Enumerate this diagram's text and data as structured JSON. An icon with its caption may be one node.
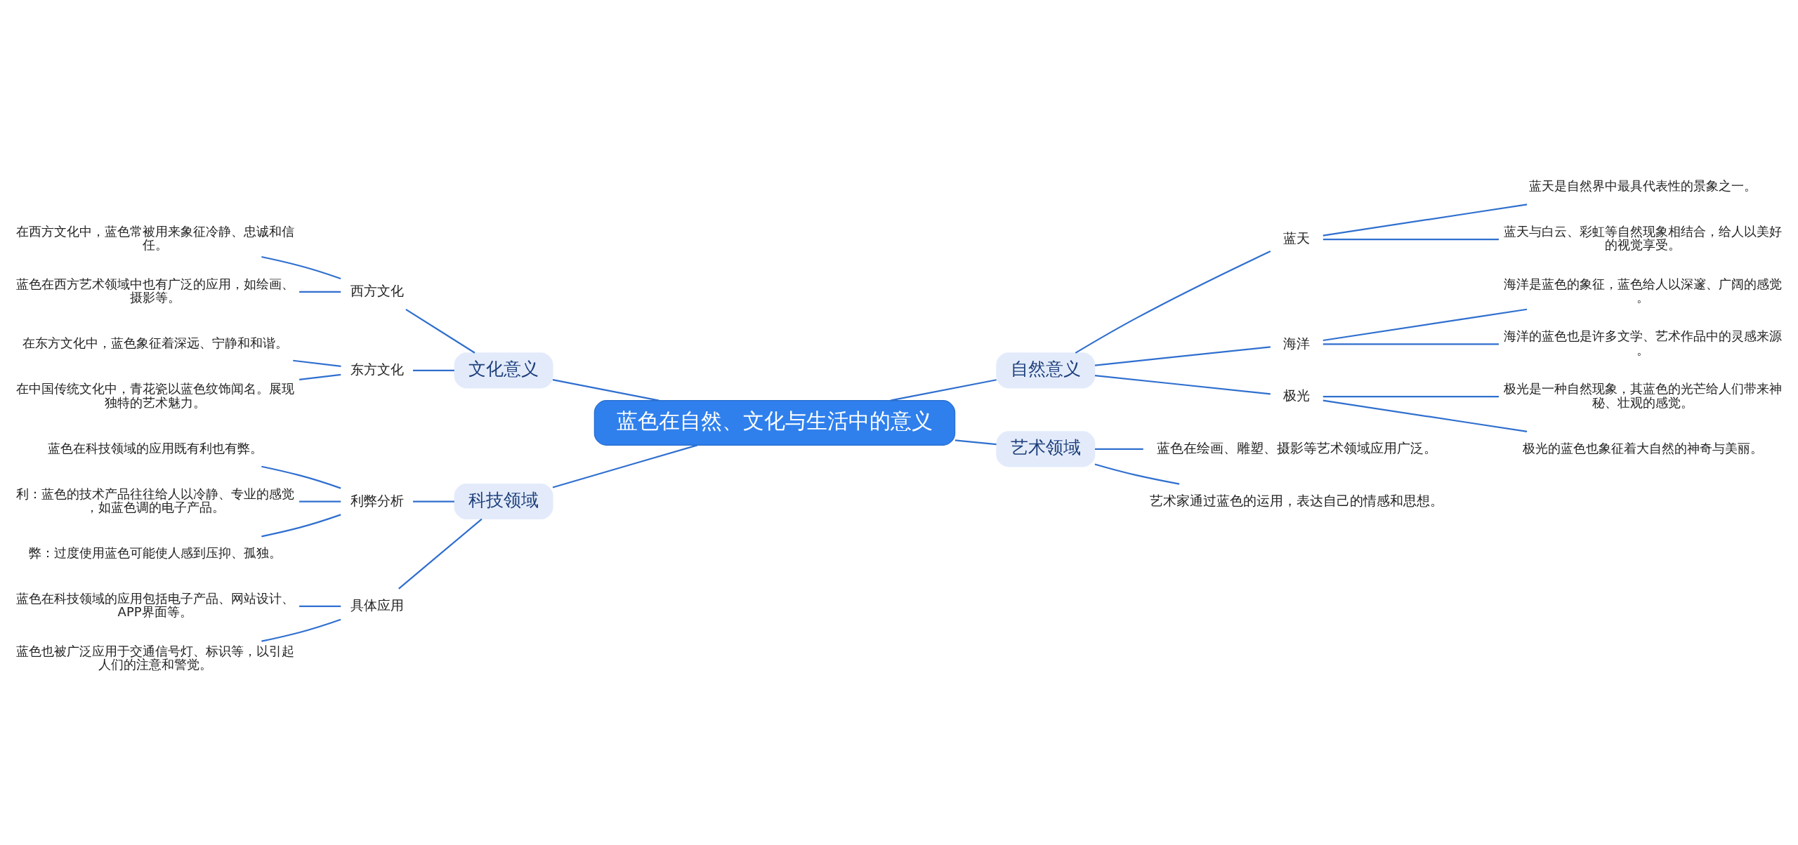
{
  "diagram": {
    "nodes": [
      {
        "text": [
          "蓝色在自然、文化与生活中的意义"
        ]
      },
      {
        "text": [
          "文化意义"
        ]
      },
      {
        "text": [
          "西方文化"
        ]
      },
      {
        "text": [
          "在西方文化中，蓝色常被用来象征冷静、忠诚和信任。"
        ]
      },
      {
        "text": [
          "蓝色在西方艺术领域中也有广泛的应用，如绘画、摄影等。"
        ]
      },
      {
        "text": [
          "东方文化"
        ]
      },
      {
        "text": [
          "在东方文化中，蓝色象征着深远、宁静和和谐。"
        ]
      },
      {
        "text": [
          "在中国传统文化中，青花瓷以蓝色纹饰闻名。展现独特的艺术魅力。"
        ]
      },
      {
        "text": [
          "科技领域"
        ]
      },
      {
        "text": [
          "利弊分析"
        ]
      },
      {
        "text": [
          "蓝色在科技领域的应用既有利也有弊。"
        ]
      },
      {
        "text": [
          "利：蓝色的技术产品往往给人以冷静、专业的感觉，如蓝色调的电子产品。"
        ]
      },
      {
        "text": [
          "弊：过度使用蓝色可能使人感到压抑、孤独。"
        ]
      },
      {
        "text": [
          "具体应用"
        ]
      },
      {
        "text": [
          "蓝色在科技领域的应用包括电子产品、网站设计、APP界面等。"
        ]
      },
      {
        "text": [
          "蓝色也被广泛应用于交通信号灯、标识等，以引起人们的注意和警觉。"
        ]
      },
      {
        "text": [
          "自然意义"
        ]
      },
      {
        "text": [
          "蓝天"
        ]
      },
      {
        "text": [
          "蓝天是自然界中最具代表性的景象之一。"
        ]
      },
      {
        "text": [
          "蓝天与白云、彩虹等自然现象相结合，给人以美好的视觉享受。"
        ]
      },
      {
        "text": [
          "海洋"
        ]
      },
      {
        "text": [
          "海洋是蓝色的象征，蓝色给人以深邃、广阔的感觉。"
        ]
      },
      {
        "text": [
          "海洋的蓝色也是许多文学、艺术作品中的灵感来源。"
        ]
      },
      {
        "text": [
          "极光"
        ]
      },
      {
        "text": [
          "极光是一种自然现象，其蓝色的光芒给人们带来神秘、壮观的感觉。"
        ]
      },
      {
        "text": [
          "极光的蓝色也象征着大自然的神奇与美丽。"
        ]
      },
      {
        "text": [
          "艺术领域"
        ]
      },
      {
        "text": [
          "蓝色在绘画、雕塑、摄影等艺术领域应用广泛。"
        ]
      },
      {
        "text": [
          "艺术家通过蓝色的运用，表达自己的情感和思想。"
        ]
      }
    ],
    "edges": [
      {
        "from": 1,
        "to": 0,
        "arrow": "none"
      },
      {
        "from": 2,
        "to": 1,
        "arrow": "none"
      },
      {
        "from": 3,
        "to": 2,
        "arrow": "none"
      },
      {
        "from": 4,
        "to": 2,
        "arrow": "none"
      },
      {
        "from": 5,
        "to": 1,
        "arrow": "none"
      },
      {
        "from": 6,
        "to": 5,
        "arrow": "none"
      },
      {
        "from": 7,
        "to": 5,
        "arrow": "none"
      },
      {
        "from": 8,
        "to": 0,
        "arrow": "none"
      },
      {
        "from": 9,
        "to": 8,
        "arrow": "none"
      },
      {
        "from": 10,
        "to": 9,
        "arrow": "none"
      },
      {
        "from": 11,
        "to": 9,
        "arrow": "none"
      },
      {
        "from": 12,
        "to": 9,
        "arrow": "none"
      },
      {
        "from": 13,
        "to": 8,
        "arrow": "none"
      },
      {
        "from": 14,
        "to": 13,
        "arrow": "none"
      },
      {
        "from": 15,
        "to": 13,
        "arrow": "none"
      },
      {
        "from": 0,
        "to": 16,
        "arrow": "none"
      },
      {
        "from": 16,
        "to": 17,
        "arrow": "none"
      },
      {
        "from": 17,
        "to": 18,
        "arrow": "none"
      },
      {
        "from": 17,
        "to": 19,
        "arrow": "none"
      },
      {
        "from": 16,
        "to": 20,
        "arrow": "none"
      },
      {
        "from": 20,
        "to": 21,
        "arrow": "none"
      },
      {
        "from": 20,
        "to": 22,
        "arrow": "none"
      },
      {
        "from": 16,
        "to": 23,
        "arrow": "none"
      },
      {
        "from": 23,
        "to": 24,
        "arrow": "none"
      },
      {
        "from": 23,
        "to": 25,
        "arrow": "none"
      },
      {
        "from": 0,
        "to": 26,
        "arrow": "none"
      },
      {
        "from": 26,
        "to": 27,
        "arrow": "none"
      },
      {
        "from": 26,
        "to": 28,
        "arrow": "none"
      }
    ]
  }
}
